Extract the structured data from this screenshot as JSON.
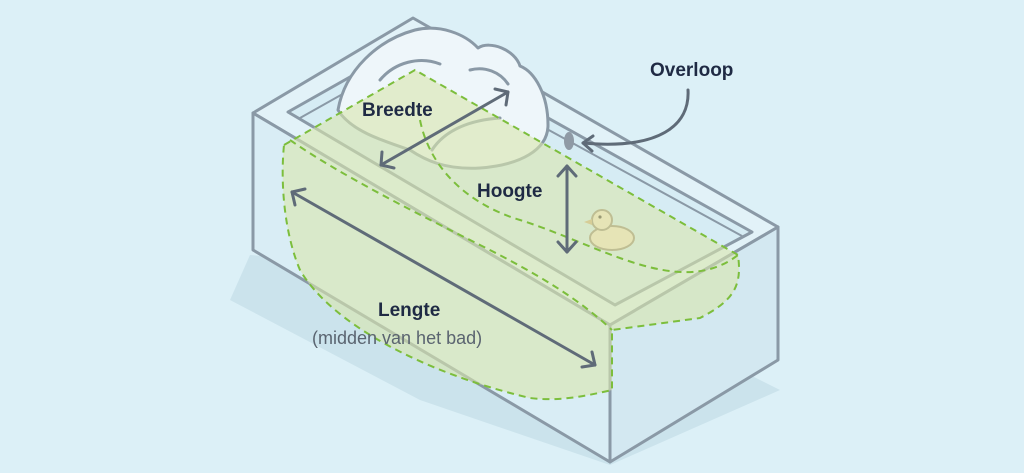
{
  "labels": {
    "width": "Breedte",
    "height": "Hoogte",
    "length": "Lengte",
    "length_note": "(midden van het bad)",
    "overflow": "Overloop"
  },
  "colors": {
    "background": "#dcf0f7",
    "shadow": "#cbe3ec",
    "tub_outline": "#8a99a6",
    "tub_fill": "#e2f2f8",
    "water_fill": "#dfe8bf",
    "water_dash": "#7cbe3c",
    "arrow": "#5f6b78",
    "label_text": "#1f2a44",
    "note_text": "#5a6470",
    "towel_fill": "#eef6fa",
    "duck_fill": "#eae4b2"
  }
}
